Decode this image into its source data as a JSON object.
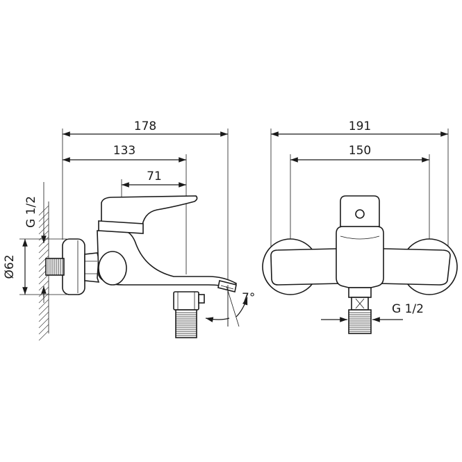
{
  "side_view": {
    "overall_width": "178",
    "wall_to_lever": "133",
    "lever_offset": "71",
    "thread_label": "G 1/2",
    "diameter_label": "Ø62",
    "spout_angle": "7°"
  },
  "front_view": {
    "overall_width": "191",
    "center_distance": "150",
    "outlet_thread": "G 1/2"
  }
}
